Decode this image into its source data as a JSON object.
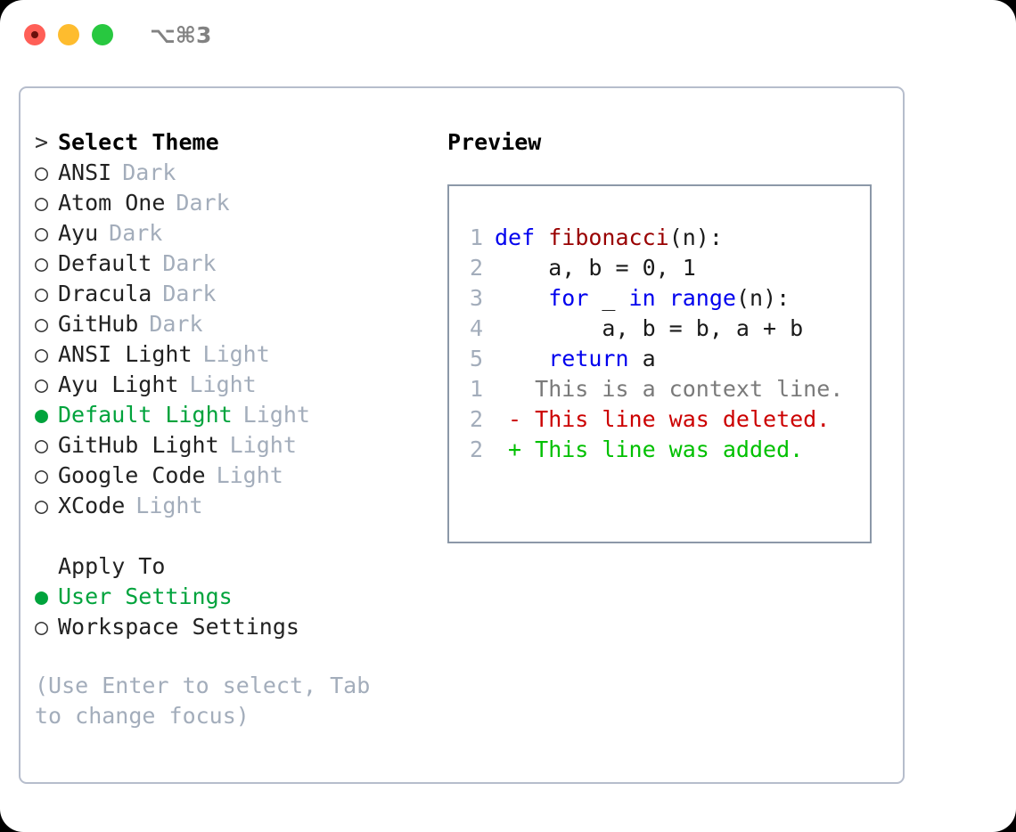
{
  "window": {
    "shortcut": "⌥⌘3",
    "traffic_lights": [
      {
        "name": "close",
        "color": "#ff5f57"
      },
      {
        "name": "minimize",
        "color": "#febc2e"
      },
      {
        "name": "maximize",
        "color": "#28c840"
      }
    ]
  },
  "colors": {
    "selected_green": "#00a33c",
    "muted": "#a3adbb",
    "keyword_blue": "#0000ee",
    "function_red": "#990000",
    "diff_added": "#00c000",
    "diff_deleted": "#cc0000",
    "panel_border": "#b6bdcc",
    "preview_border": "#8c98a8"
  },
  "theme_picker": {
    "header_prompt": ">",
    "header_title": "Select Theme",
    "marker_selected": "●",
    "marker_unselected": "○",
    "items": [
      {
        "label": "ANSI",
        "tag": "Dark",
        "selected": false
      },
      {
        "label": "Atom One",
        "tag": "Dark",
        "selected": false
      },
      {
        "label": "Ayu",
        "tag": "Dark",
        "selected": false
      },
      {
        "label": "Default",
        "tag": "Dark",
        "selected": false
      },
      {
        "label": "Dracula",
        "tag": "Dark",
        "selected": false
      },
      {
        "label": "GitHub",
        "tag": "Dark",
        "selected": false
      },
      {
        "label": "ANSI Light",
        "tag": "Light",
        "selected": false
      },
      {
        "label": "Ayu Light",
        "tag": "Light",
        "selected": false
      },
      {
        "label": "Default Light",
        "tag": "Light",
        "selected": true
      },
      {
        "label": "GitHub Light",
        "tag": "Light",
        "selected": false
      },
      {
        "label": "Google Code",
        "tag": "Light",
        "selected": false
      },
      {
        "label": "XCode",
        "tag": "Light",
        "selected": false
      }
    ]
  },
  "apply_to": {
    "title": "Apply To",
    "items": [
      {
        "label": "User Settings",
        "selected": true
      },
      {
        "label": "Workspace Settings",
        "selected": false
      }
    ]
  },
  "hint": "(Use Enter to select, Tab to change focus)",
  "preview": {
    "title": "Preview",
    "code_lines": [
      {
        "num": "1",
        "segments": [
          {
            "text": "def ",
            "kind": "kw"
          },
          {
            "text": "fibonacci",
            "kind": "fn"
          },
          {
            "text": "(n):",
            "kind": "plain"
          }
        ]
      },
      {
        "num": "2",
        "segments": [
          {
            "text": "    a, b = 0, 1",
            "kind": "plain"
          }
        ]
      },
      {
        "num": "3",
        "segments": [
          {
            "text": "    ",
            "kind": "plain"
          },
          {
            "text": "for",
            "kind": "kw"
          },
          {
            "text": " _ ",
            "kind": "plain"
          },
          {
            "text": "in",
            "kind": "kw"
          },
          {
            "text": " ",
            "kind": "plain"
          },
          {
            "text": "range",
            "kind": "kw"
          },
          {
            "text": "(n):",
            "kind": "plain"
          }
        ]
      },
      {
        "num": "4",
        "segments": [
          {
            "text": "        a, b = b, a + b",
            "kind": "plain"
          }
        ]
      },
      {
        "num": "5",
        "segments": [
          {
            "text": "    ",
            "kind": "plain"
          },
          {
            "text": "return",
            "kind": "kw"
          },
          {
            "text": " a",
            "kind": "plain"
          }
        ]
      }
    ],
    "diff_lines": [
      {
        "num": "1",
        "sign": " ",
        "text": "This is a context line.",
        "kind": "ctx"
      },
      {
        "num": "2",
        "sign": "-",
        "text": "This line was deleted.",
        "kind": "del"
      },
      {
        "num": "2",
        "sign": "+",
        "text": "This line was added.",
        "kind": "add"
      }
    ]
  }
}
